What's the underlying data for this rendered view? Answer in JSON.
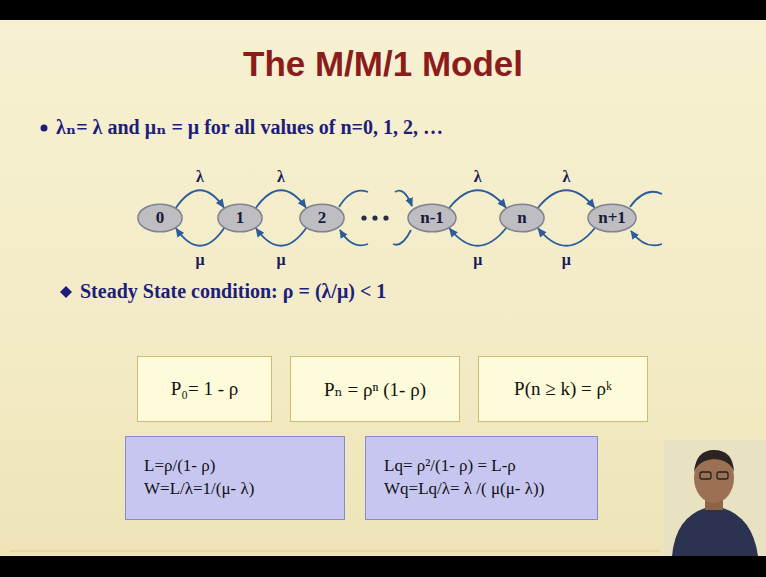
{
  "diagram": {
    "title": "The M/M/1 Model",
    "nodes": [
      {
        "text": [
          "0"
        ]
      },
      {
        "text": [
          "1"
        ]
      },
      {
        "text": [
          "2"
        ]
      },
      {
        "text": [
          "n-1"
        ]
      },
      {
        "text": [
          "n"
        ]
      },
      {
        "text": [
          "n+1"
        ]
      },
      {
        "text": [
          "P₀= 1 - ρ"
        ]
      },
      {
        "text": [
          "Pₙ = ρⁿ (1- ρ)"
        ]
      },
      {
        "text": [
          "P(n ≥ k) = ρᵏ"
        ]
      },
      {
        "text": [
          "L=ρ/(1- ρ)",
          "W=L/λ=1/(μ- λ)"
        ]
      },
      {
        "text": [
          "Lq= ρ²/(1- ρ) = L-ρ",
          "Wq=Lq/λ= λ /( μ(μ- λ))"
        ]
      }
    ],
    "edges": [
      {
        "from": 0,
        "to": 1,
        "label": "λ",
        "arrow": "to"
      },
      {
        "from": 1,
        "to": 0,
        "label": "μ",
        "arrow": "to"
      },
      {
        "from": 1,
        "to": 2,
        "label": "λ",
        "arrow": "to"
      },
      {
        "from": 2,
        "to": 1,
        "label": "μ",
        "arrow": "to"
      },
      {
        "from": 3,
        "to": 4,
        "label": "λ",
        "arrow": "to"
      },
      {
        "from": 4,
        "to": 3,
        "label": "μ",
        "arrow": "to"
      },
      {
        "from": 4,
        "to": 5,
        "label": "λ",
        "arrow": "to"
      },
      {
        "from": 5,
        "to": 4,
        "label": "μ",
        "arrow": "to"
      }
    ],
    "labels": [
      "λₙ= λ and μₙ = μ for all values of n=0, 1, 2, …",
      "Steady State condition: ρ = (λ/μ) < 1"
    ]
  }
}
